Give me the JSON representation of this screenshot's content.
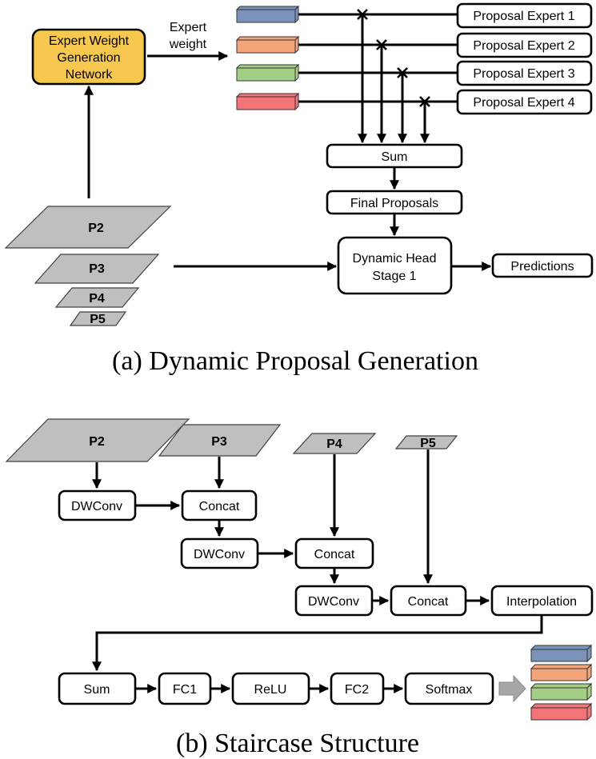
{
  "colors": {
    "blue": "#7b93b8",
    "orange": "#f4a67a",
    "green": "#a4cf86",
    "red": "#f37479",
    "ewg_fill": "#f7c84f",
    "plane_fill": "#bfbfbf"
  },
  "section_a": {
    "caption": "(a) Dynamic Proposal Generation",
    "ewg_lines": [
      "Expert Weight",
      "Generation",
      "Network"
    ],
    "expert_weight_lines": [
      "Expert",
      "weight"
    ],
    "experts": [
      "Proposal Expert 1",
      "Proposal Expert 2",
      "Proposal Expert 3",
      "Proposal Expert 4"
    ],
    "sum": "Sum",
    "final_proposals": "Final Proposals",
    "dynamic_head_lines": [
      "Dynamic Head",
      "Stage 1"
    ],
    "predictions": "Predictions",
    "levels": [
      "P2",
      "P3",
      "P4",
      "P5"
    ]
  },
  "section_b": {
    "caption": "(b) Staircase Structure",
    "levels": [
      "P2",
      "P3",
      "P4",
      "P5"
    ],
    "dwconv": "DWConv",
    "concat": "Concat",
    "interpolation": "Interpolation",
    "sum": "Sum",
    "fc1": "FC1",
    "relu": "ReLU",
    "fc2": "FC2",
    "softmax": "Softmax"
  }
}
